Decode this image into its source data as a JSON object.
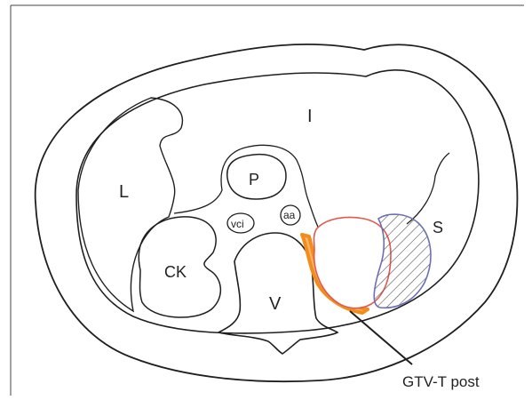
{
  "labels": {
    "liver": "L",
    "intestine": "I",
    "pancreas": "P",
    "vena_cava_inferior": "vci",
    "aorta": "aa",
    "kidney": "CK",
    "vertebra": "V",
    "spleen": "S",
    "gtv": "GTV-T post"
  },
  "colors": {
    "outline": "#1f1f1f",
    "tumor_outline": "#e25a4f",
    "gtv_orange": "#f28c1d",
    "spleen_blue": "#6b6fb3",
    "hatch": "#555555"
  }
}
